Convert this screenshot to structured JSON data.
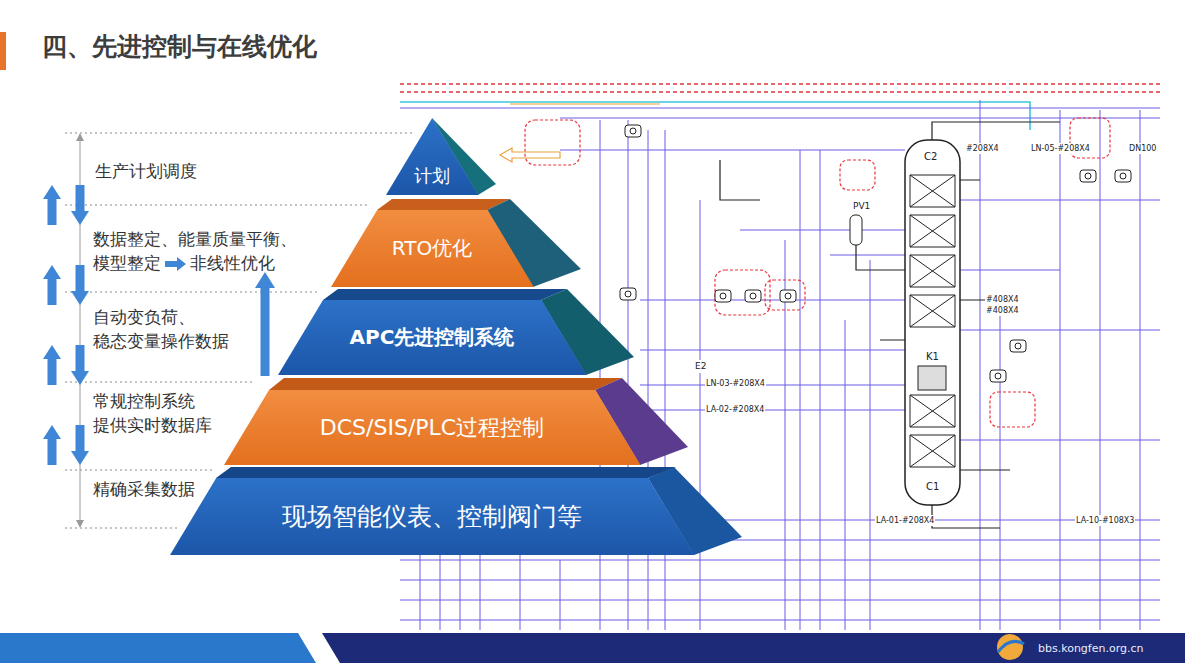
{
  "diagram": {
    "title": "四、先进控制与在线优化",
    "nodes": [
      {
        "text": [
          "计划"
        ]
      },
      {
        "text": [
          "RTO优化"
        ]
      },
      {
        "text": [
          "APC先进控制系统"
        ]
      },
      {
        "text": [
          "DCS/SIS/PLC过程控制"
        ]
      },
      {
        "text": [
          "现场智能仪表、控制阀门等"
        ]
      }
    ],
    "labels": [
      "生产计划调度",
      "数据整定、能量质量平衡、 模型整定",
      "非线性优化",
      "自动变负荷、 稳态变量操作数据",
      "常规控制系统 提供实时数据库",
      "精确采集数据",
      "C2",
      "PV1",
      "K1",
      "C1",
      "E2",
      "LN-03-#208X4",
      "LA-02-#208X4",
      "LN-05-#208X4",
      "DN100",
      "LA-01-#208X4",
      "LA-10-#108X3",
      "#208X4",
      "#408X4",
      "#408X4",
      "bbs.kongfen.org.cn"
    ]
  }
}
